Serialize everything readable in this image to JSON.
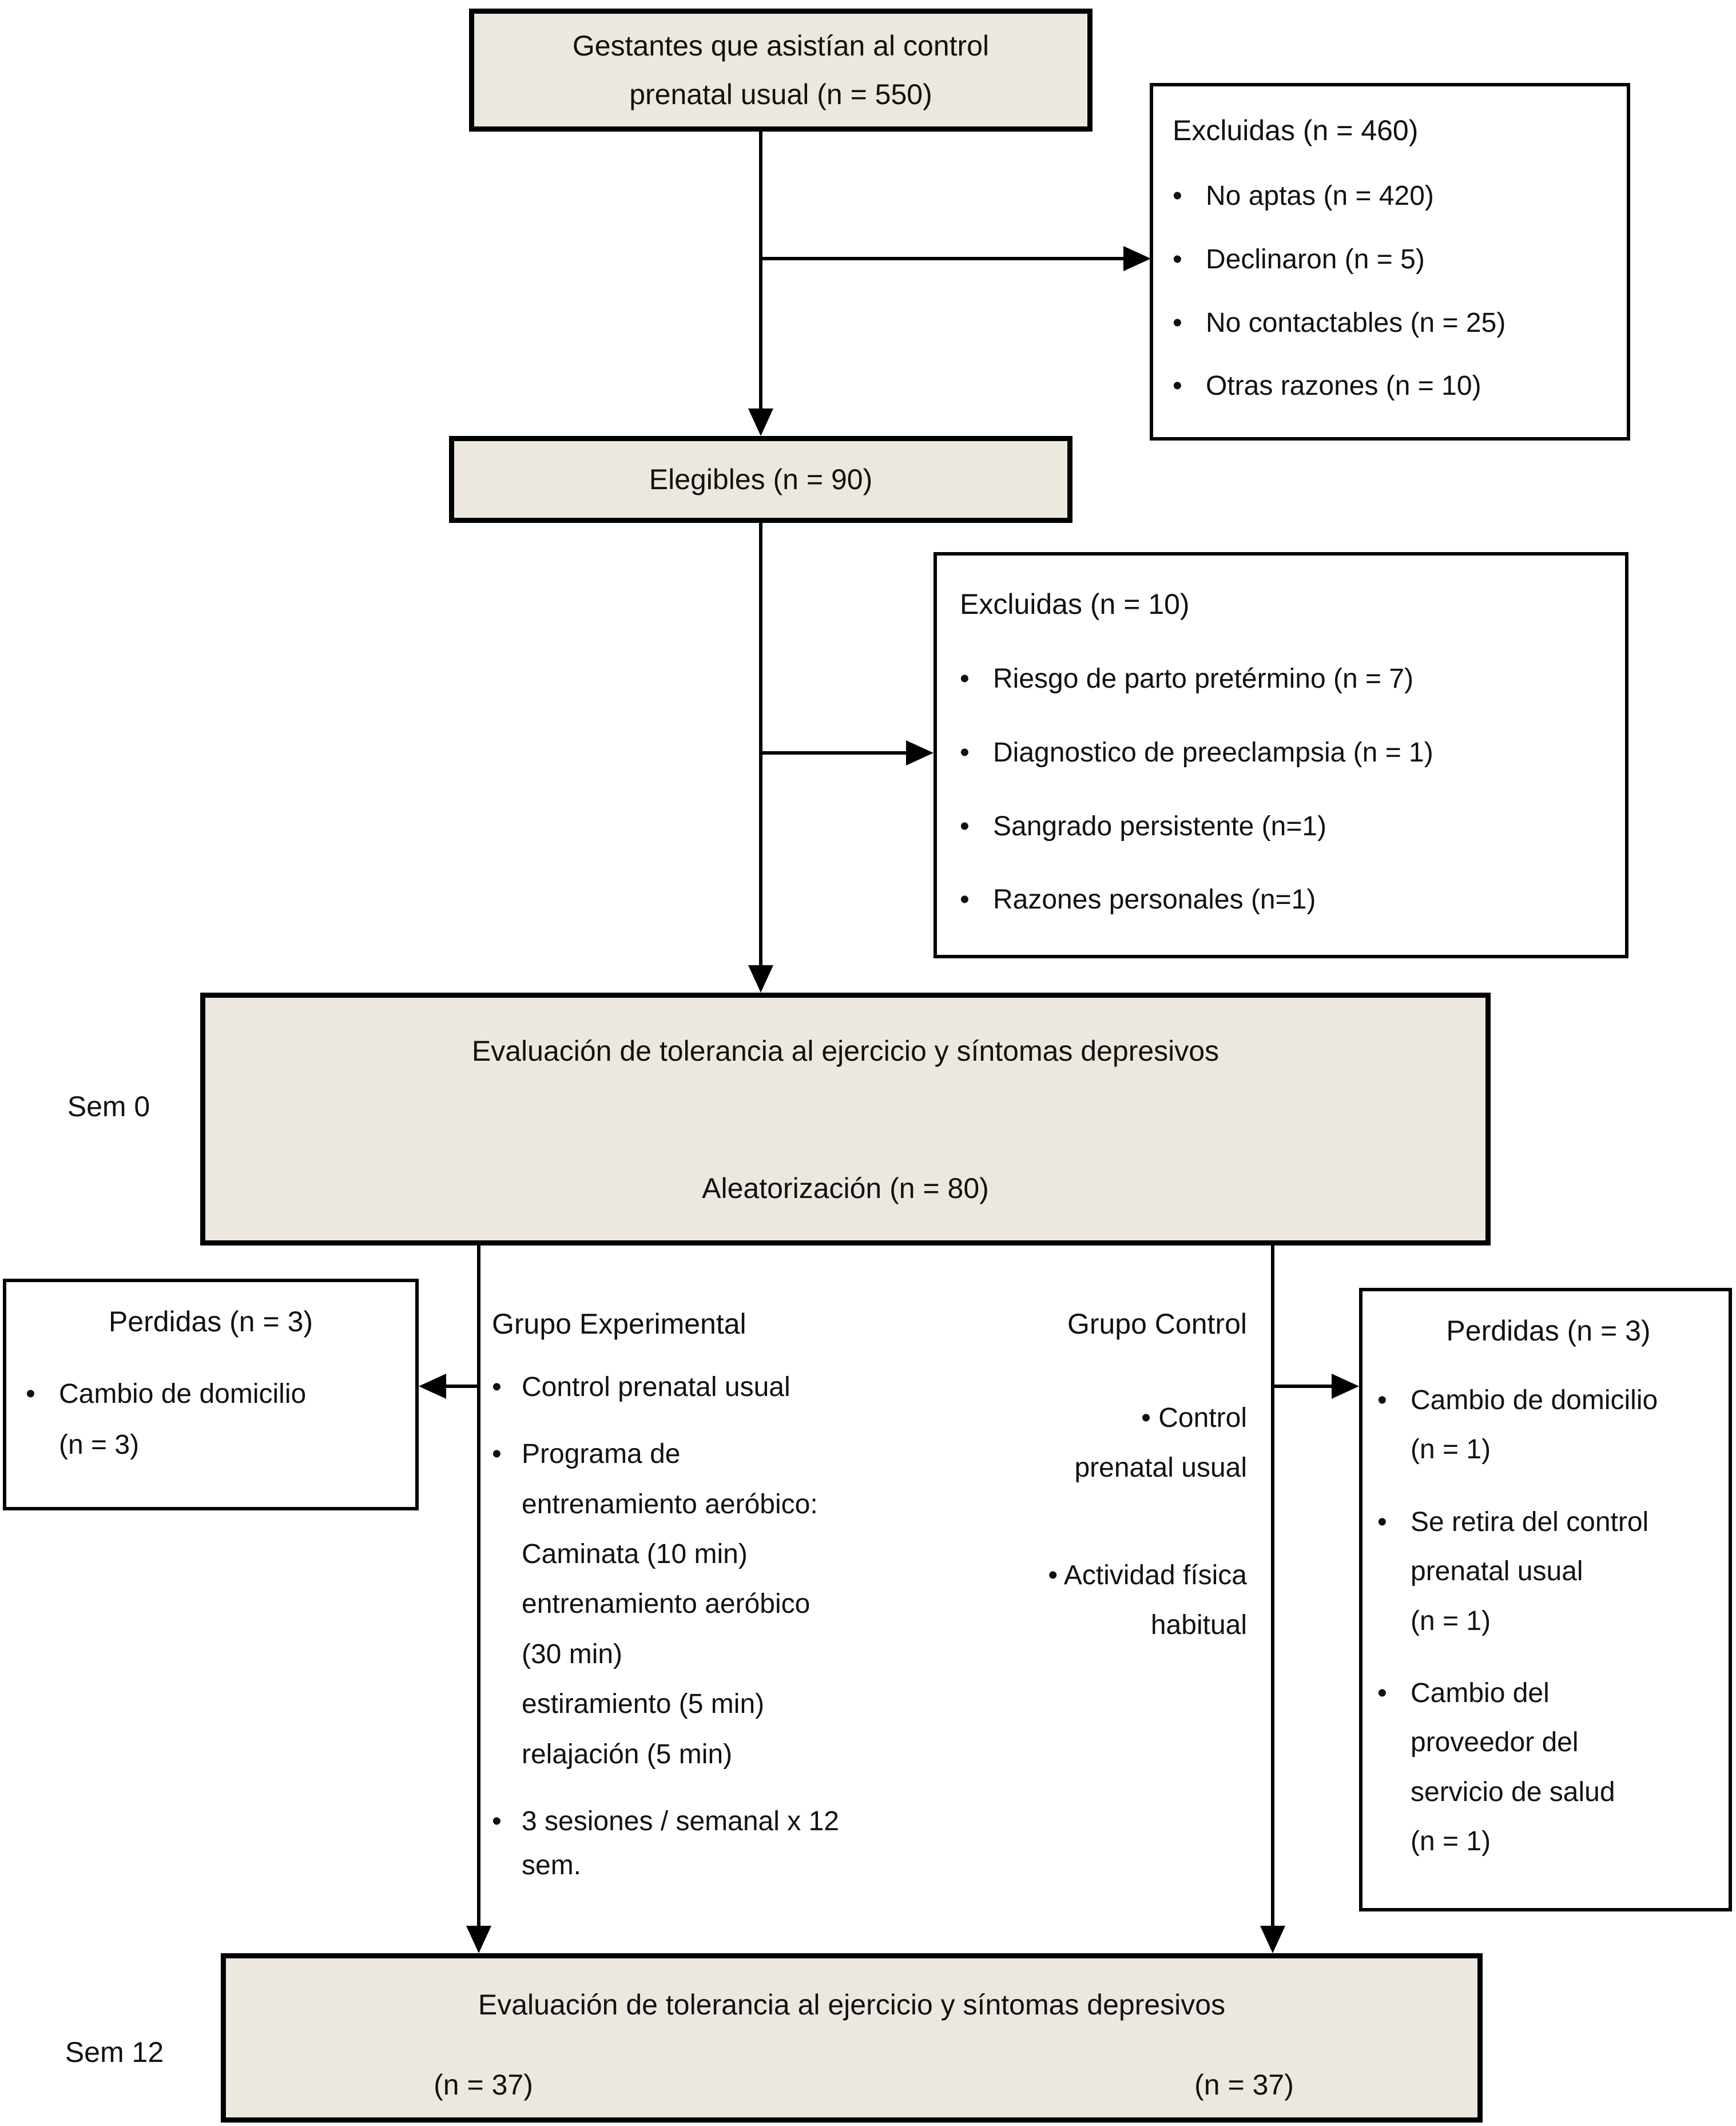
{
  "diagram": {
    "bullet": "•",
    "colors": {
      "screened_fill": "#ECE8DF",
      "line": "#000000",
      "background": "#ffffff"
    },
    "top_box": {
      "text": "Gestantes que asistían al control\nprenatal usual (n = 550)"
    },
    "excluded_initial": {
      "title": "Excluidas (n = 460)",
      "items": [
        "No aptas (n = 420)",
        "Declinaron (n = 5)",
        "No contactables (n = 25)",
        "Otras razones (n = 10)"
      ]
    },
    "eligible_box": {
      "text": "Elegibles (n = 90)"
    },
    "excluded_secondary": {
      "title": "Excluidas (n = 10)",
      "items": [
        "Riesgo de parto pretérmino (n = 7)",
        "Diagnostico de preeclampsia (n = 1)",
        "Sangrado persistente (n=1)",
        "Razones personales (n=1)"
      ]
    },
    "randomization_box": {
      "line1": "Evaluación de tolerancia al ejercicio y síntomas depresivos",
      "line2": "Aleatorización (n = 80)"
    },
    "week0_label": "Sem 0",
    "week12_label": "Sem 12",
    "lost_left": {
      "title": "Perdidas (n = 3)",
      "items": [
        "Cambio de domicilio\n(n = 3)"
      ]
    },
    "experimental_group": {
      "title": "Grupo Experimental",
      "items": [
        "Control prenatal usual",
        "Programa de\nentrenamiento aeróbico:\nCaminata (10 min)\nentrenamiento aeróbico\n(30 min)\nestiramiento (5 min)\nrelajación (5 min)",
        "3 sesiones / semanal x 12\nsem."
      ]
    },
    "control_group": {
      "title": "Grupo Control",
      "items": [
        "• Control\nprenatal usual",
        "• Actividad física\nhabitual"
      ]
    },
    "lost_right": {
      "title": "Perdidas (n = 3)",
      "items": [
        "Cambio de domicilio\n(n = 1)",
        "Se retira del control\nprenatal usual\n(n = 1)",
        "Cambio del\nproveedor del\nservicio de salud\n(n = 1)"
      ]
    },
    "final_box": {
      "line1": "Evaluación de tolerancia al ejercicio y síntomas depresivos",
      "left_n": "(n = 37)",
      "right_n": "(n = 37)"
    }
  }
}
